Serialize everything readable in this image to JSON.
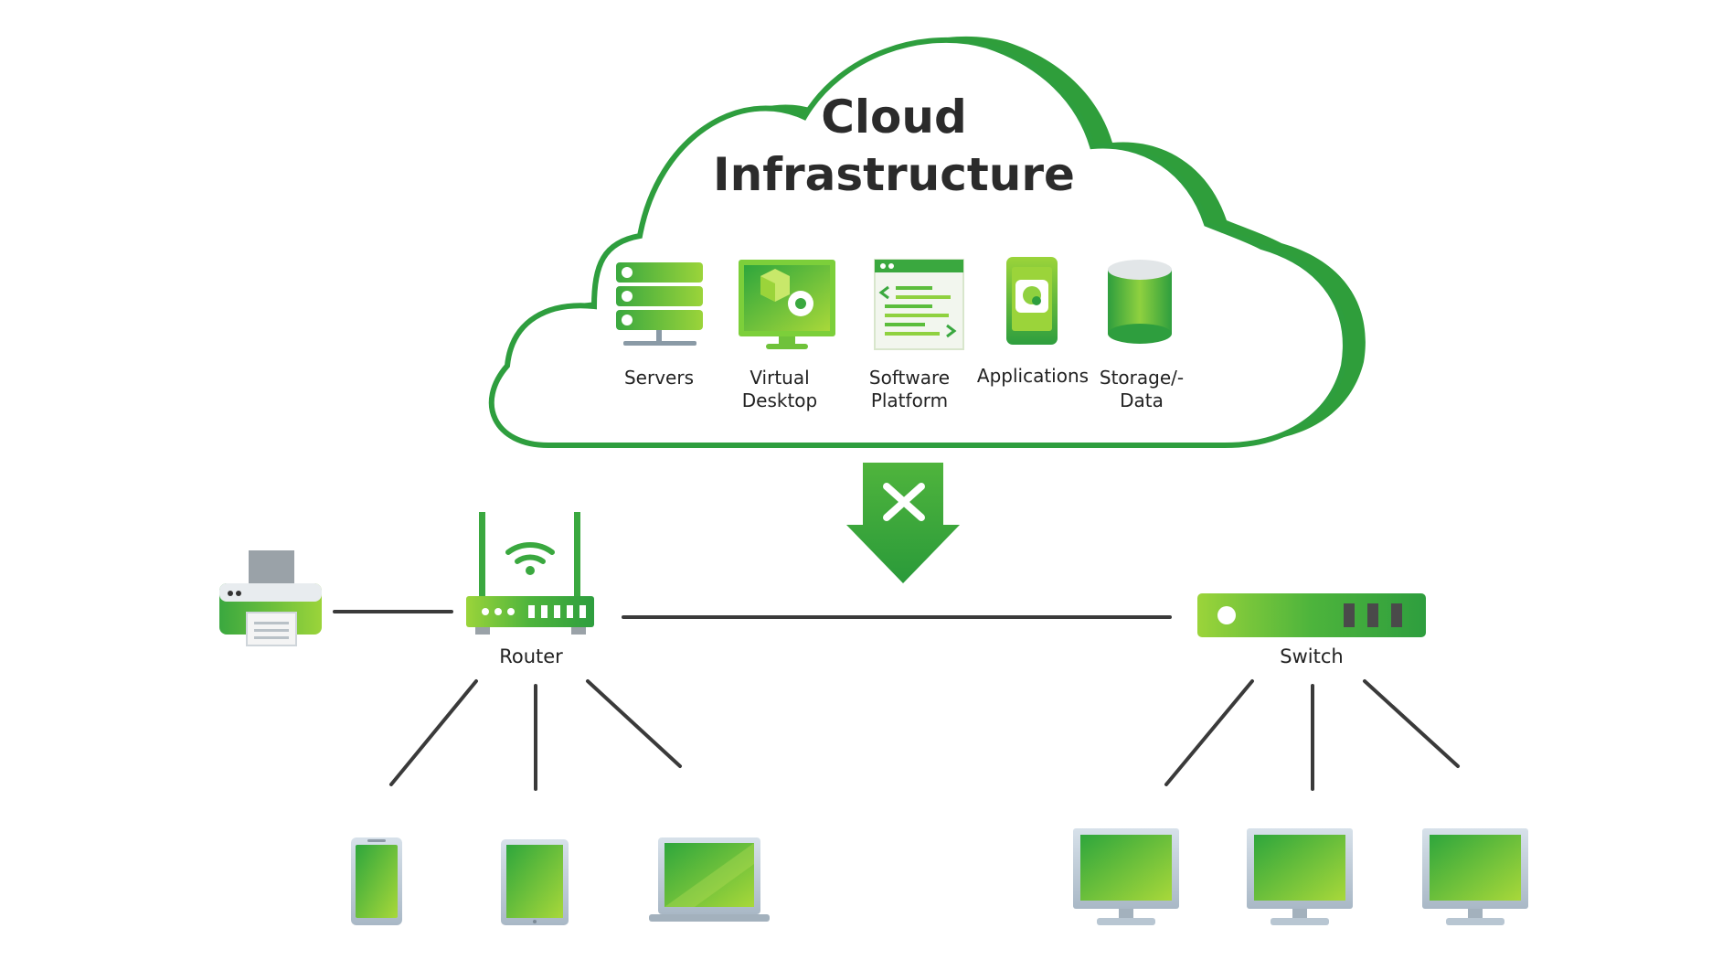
{
  "title": {
    "line1": "Cloud",
    "line2": "Infrastructure"
  },
  "services": [
    {
      "icon": "servers-icon",
      "line1": "Servers",
      "line2": ""
    },
    {
      "icon": "virtual-desktop-icon",
      "line1": "Virtual",
      "line2": "Desktop"
    },
    {
      "icon": "software-platform-icon",
      "line1": "Software",
      "line2": "Platform"
    },
    {
      "icon": "applications-icon",
      "line1": "Applications",
      "line2": ""
    },
    {
      "icon": "storage-data-icon",
      "line1": "Storage/-",
      "line2": "Data"
    }
  ],
  "network": {
    "router_label": "Router",
    "switch_label": "Switch",
    "router_clients": [
      "phone-icon",
      "tablet-icon",
      "laptop-icon"
    ],
    "switch_clients": [
      "monitor-icon",
      "monitor-icon",
      "monitor-icon"
    ],
    "peripherals": [
      "printer-icon"
    ],
    "connector_icon": "arrow-down-icon"
  },
  "colors": {
    "primary_green": "#2e9e3e",
    "light_green": "#8fd13f",
    "dark_line": "#3a3a3a",
    "device_frame": "#b8c6d2"
  }
}
